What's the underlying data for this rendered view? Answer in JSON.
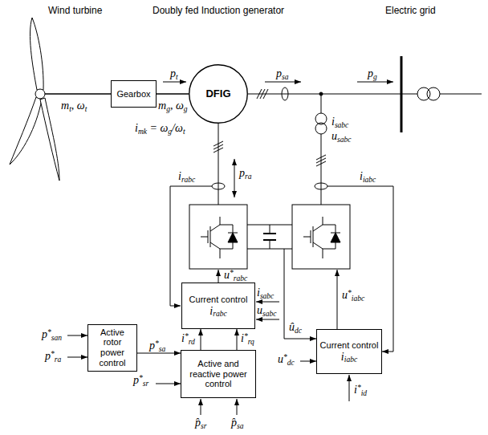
{
  "diagram": {
    "nodes": [
      {
        "text": [
          "Gearbox"
        ]
      },
      {
        "text": [
          "DFIG"
        ]
      },
      {
        "text": [
          "Current control",
          "irabc"
        ]
      },
      {
        "text": [
          "Current control",
          "iiabc"
        ]
      },
      {
        "text": [
          "Active rotor power control"
        ]
      },
      {
        "text": [
          "Active and reactive power control"
        ]
      }
    ],
    "edges": [
      {
        "from": 0,
        "to": 1,
        "arrow": "none"
      },
      {
        "from": 4,
        "to": 5,
        "label": "p*sa",
        "arrow": "to"
      },
      {
        "from": 5,
        "to": 2,
        "label": "i*rd",
        "arrow": "to"
      },
      {
        "from": 5,
        "to": 2,
        "label": "i*rq",
        "arrow": "to"
      }
    ],
    "labels": [
      "Wind turbine",
      "Doubly fed Induction generator",
      "Electric grid",
      "pt",
      "psa",
      "pg",
      "mt, ωt",
      "mg, ωg",
      "imk = ωg/ωt",
      "irabc",
      "pra",
      "isabc",
      "usabc",
      "iiabc",
      "u*rabc",
      "isabc",
      "usabc",
      "ûdc",
      "u*dc",
      "u*iabc",
      "i*id",
      "p*san",
      "p*ra",
      "p*sr",
      "p̂sr",
      "p̂sa"
    ]
  }
}
